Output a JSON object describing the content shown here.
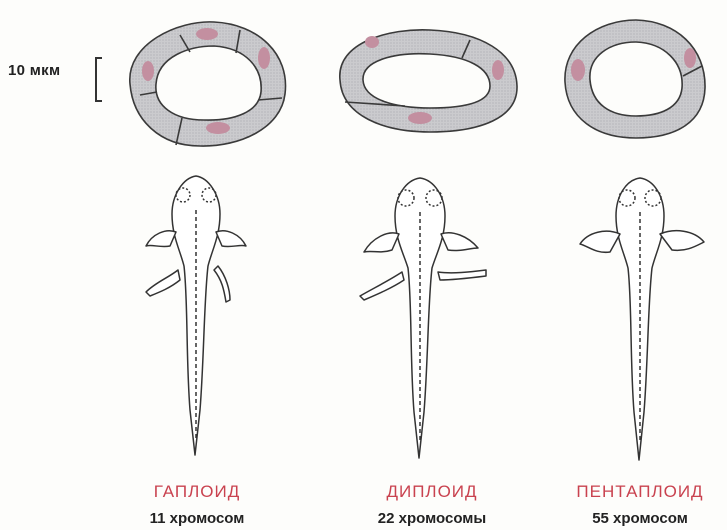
{
  "scale": {
    "label": "10 мкм"
  },
  "panels": [
    {
      "ploidy_label": "ГАПЛОИД",
      "chromosome_label": "11 хромосом"
    },
    {
      "ploidy_label": "ДИПЛОИД",
      "chromosome_label": "22 хромосомы"
    },
    {
      "ploidy_label": "ПЕНТАПЛОИД",
      "chromosome_label": "55 хромосом"
    }
  ],
  "colors": {
    "cell_fill": "#c9c9cc",
    "nucleus_fill": "#c38fa0",
    "label_accent": "#c9424f",
    "outline": "#3a3a3a"
  }
}
